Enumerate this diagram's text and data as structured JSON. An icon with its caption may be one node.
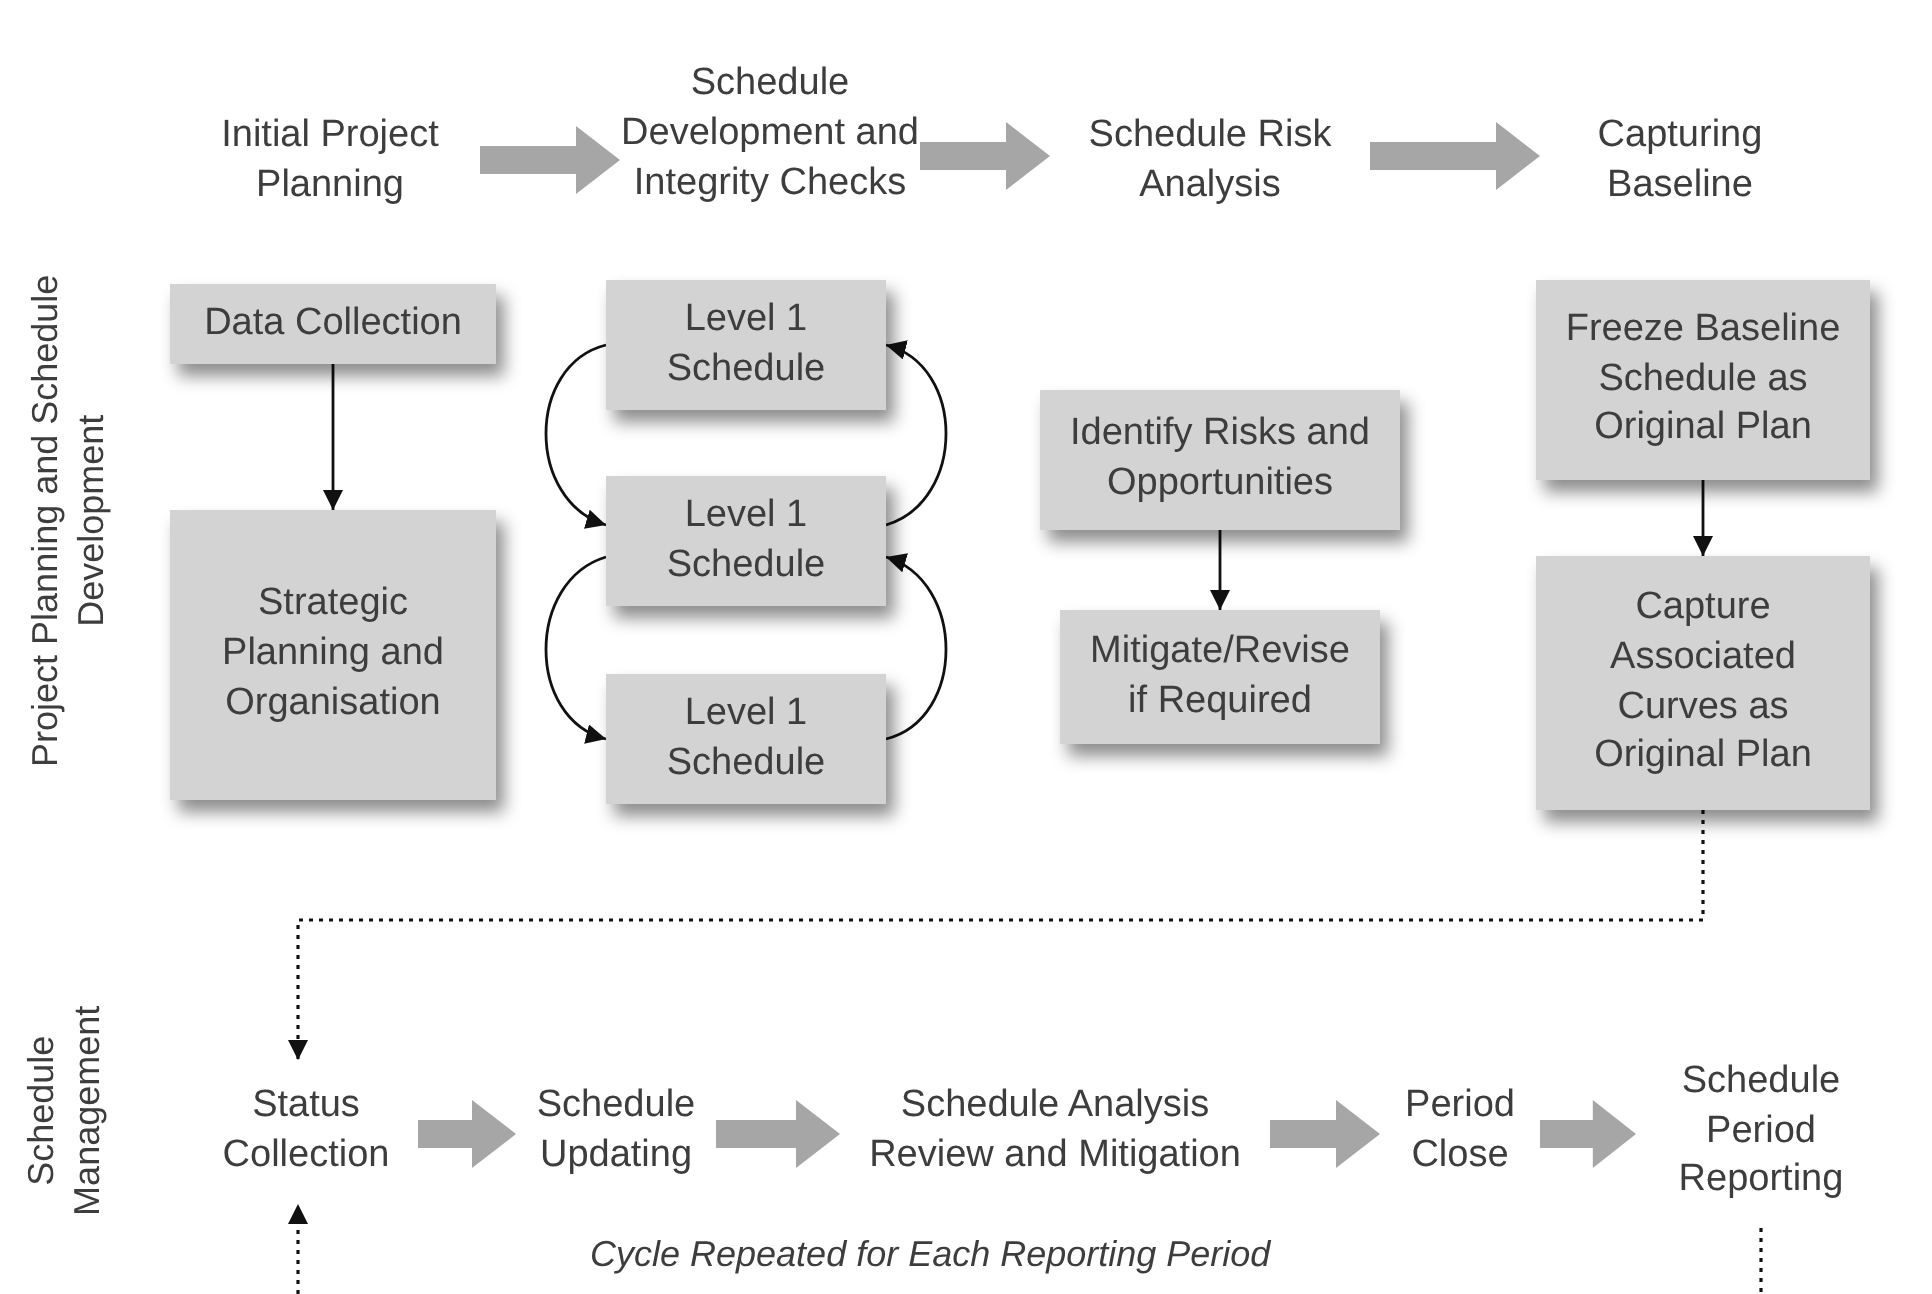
{
  "diagram": {
    "nodes": [
      {
        "text": [
          "Initial Project Planning"
        ]
      },
      {
        "text": [
          "Schedule Development and Integrity Checks"
        ]
      },
      {
        "text": [
          "Schedule Risk Analysis"
        ]
      },
      {
        "text": [
          "Capturing Baseline"
        ]
      },
      {
        "text": [
          "Data Collection"
        ]
      },
      {
        "text": [
          "Strategic Planning and Organisation"
        ]
      },
      {
        "text": [
          "Level 1 Schedule"
        ]
      },
      {
        "text": [
          "Level 1 Schedule"
        ]
      },
      {
        "text": [
          "Level 1 Schedule"
        ]
      },
      {
        "text": [
          "Identify Risks and Opportunities"
        ]
      },
      {
        "text": [
          "Mitigate/Revise if Required"
        ]
      },
      {
        "text": [
          "Freeze Baseline Schedule as Original Plan"
        ]
      },
      {
        "text": [
          "Capture Associated Curves as Original Plan"
        ]
      },
      {
        "text": [
          "Status Collection"
        ]
      },
      {
        "text": [
          "Schedule Updating"
        ]
      },
      {
        "text": [
          "Schedule Analysis Review and Mitigation"
        ]
      },
      {
        "text": [
          "Period Close"
        ]
      },
      {
        "text": [
          "Schedule Period Reporting"
        ]
      }
    ],
    "edges": [
      {
        "from": 0,
        "to": 1,
        "arrow": "to",
        "style": "thick",
        "color": "#a6a6a6"
      },
      {
        "from": 1,
        "to": 2,
        "arrow": "to",
        "style": "thick",
        "color": "#a6a6a6"
      },
      {
        "from": 2,
        "to": 3,
        "arrow": "to",
        "style": "thick",
        "color": "#a6a6a6"
      },
      {
        "from": 4,
        "to": 5,
        "arrow": "to"
      },
      {
        "from": 6,
        "to": 7,
        "arrow": "to"
      },
      {
        "from": 7,
        "to": 8,
        "arrow": "to"
      },
      {
        "from": 8,
        "to": 7,
        "arrow": "to"
      },
      {
        "from": 7,
        "to": 6,
        "arrow": "to"
      },
      {
        "from": 9,
        "to": 10,
        "arrow": "to"
      },
      {
        "from": 11,
        "to": 12,
        "arrow": "to"
      },
      {
        "from": 12,
        "to": 13,
        "arrow": "to",
        "style": "dashed"
      },
      {
        "from": 13,
        "to": 14,
        "arrow": "to",
        "style": "thick",
        "color": "#a6a6a6"
      },
      {
        "from": 14,
        "to": 15,
        "arrow": "to",
        "style": "thick",
        "color": "#a6a6a6"
      },
      {
        "from": 15,
        "to": 16,
        "arrow": "to",
        "style": "thick",
        "color": "#a6a6a6"
      },
      {
        "from": 16,
        "to": 17,
        "arrow": "to",
        "style": "thick",
        "color": "#a6a6a6"
      },
      {
        "from": 17,
        "to": null,
        "arrow": "none",
        "style": "dashed"
      },
      {
        "from": null,
        "to": 13,
        "arrow": "to",
        "style": "dashed"
      }
    ],
    "labels": [
      "Project Planning and Schedule Development",
      "Schedule Management",
      "Cycle Repeated for Each Reporting Period"
    ]
  }
}
